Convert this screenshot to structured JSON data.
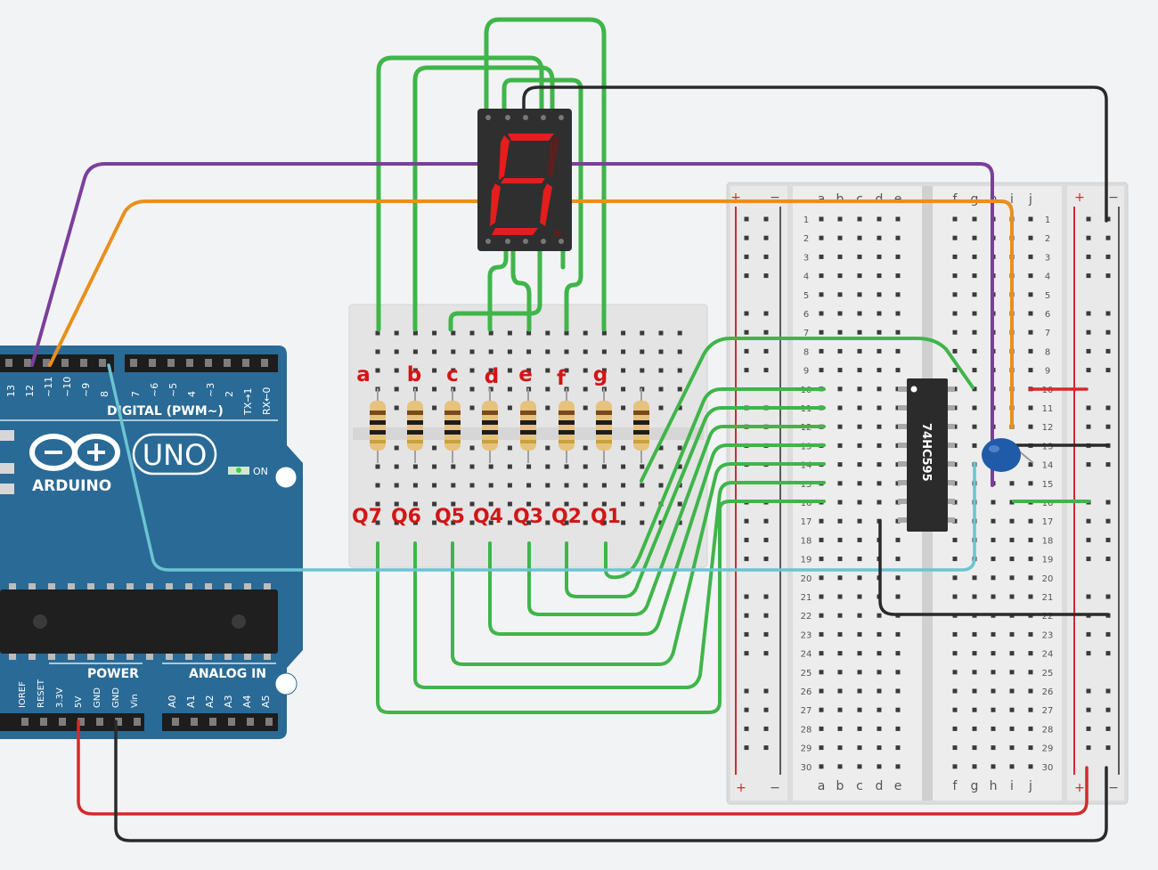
{
  "arduino": {
    "brand": "ARDUINO",
    "model": "UNO",
    "on_label": "ON",
    "digital_label": "DIGITAL (PWM~)",
    "power_label": "POWER",
    "analog_label": "ANALOG IN",
    "digital_pins": [
      "13",
      "12",
      "~11",
      "~10",
      "~9",
      "8",
      "7",
      "~6",
      "~5",
      "4",
      "~3",
      "2",
      "TX→1",
      "RX←0"
    ],
    "power_pins": [
      "IOREF",
      "RESET",
      "3.3V",
      "5V",
      "GND",
      "GND",
      "Vin"
    ],
    "analog_pins": [
      "A0",
      "A1",
      "A2",
      "A3",
      "A4",
      "A5"
    ]
  },
  "display": {
    "digit": "6"
  },
  "chip": {
    "label": "74HC595"
  },
  "small_breadboard": {
    "segment_labels": [
      "a",
      "b",
      "c",
      "d",
      "e",
      "f",
      "g"
    ],
    "output_labels": [
      "Q7",
      "Q6",
      "Q5",
      "Q4",
      "Q3",
      "Q2",
      "Q1"
    ]
  },
  "breadboard": {
    "columns_left": [
      "a",
      "b",
      "c",
      "d",
      "e"
    ],
    "columns_right": [
      "f",
      "g",
      "h",
      "i",
      "j"
    ],
    "rail_plus": "+",
    "rail_minus": "−",
    "row_numbers": [
      "1",
      "2",
      "3",
      "4",
      "5",
      "6",
      "7",
      "8",
      "9",
      "10",
      "11",
      "12",
      "13",
      "14",
      "15",
      "16",
      "17",
      "18",
      "19",
      "20",
      "21",
      "22",
      "23",
      "24",
      "25",
      "26",
      "27",
      "28",
      "29",
      "30"
    ]
  },
  "colors": {
    "background": "#f2f3f5",
    "arduino_blue": "#2a6a96",
    "wire_green": "#3fb54a",
    "wire_purple": "#7a3f9d",
    "wire_orange": "#e8901e",
    "wire_cyan": "#6cc4d2",
    "wire_red": "#d42a2a",
    "wire_black": "#2a2a2a",
    "label_red": "#d31515",
    "segment_red": "#e41d1d",
    "capacitor_blue": "#1f5ba8"
  }
}
